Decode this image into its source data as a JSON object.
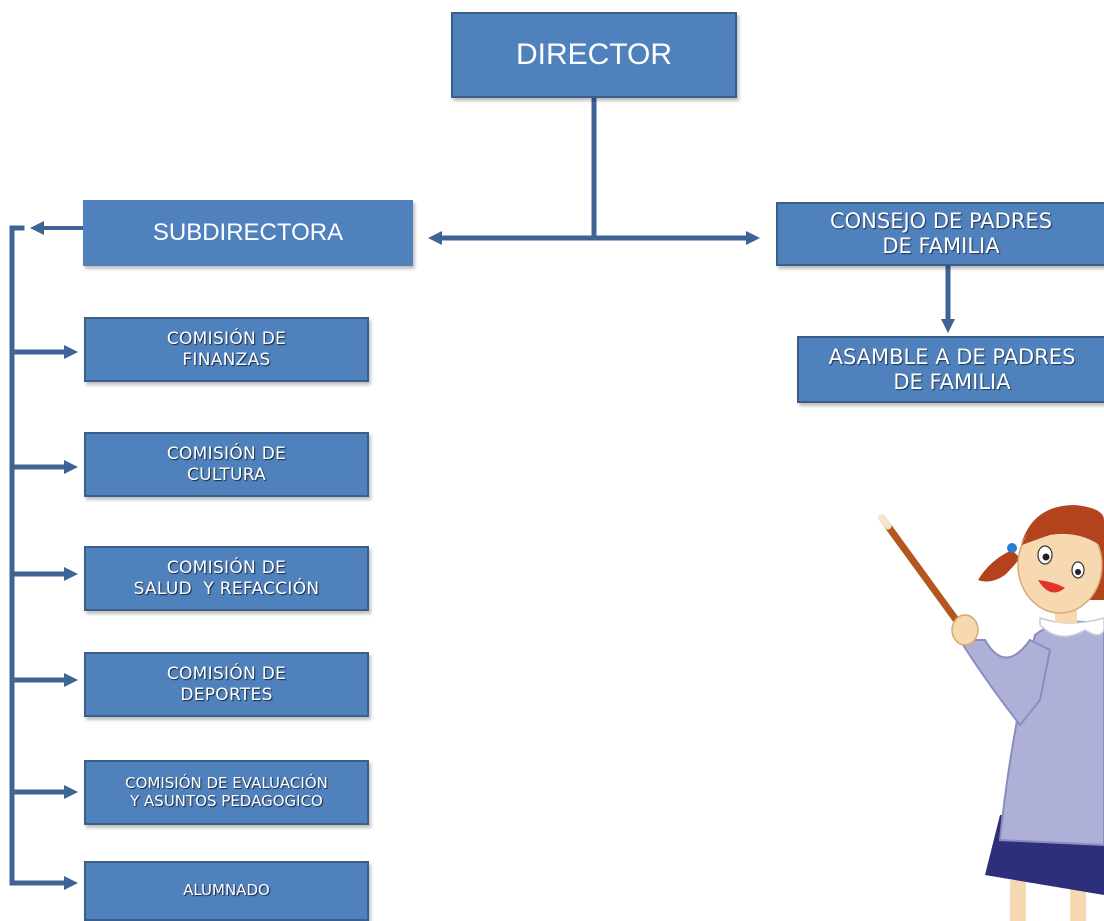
{
  "colors": {
    "box_fill": "#4f81bd",
    "box_border": "#3a5f8a",
    "connector": "#3e6496",
    "text": "#ffffff"
  },
  "nodes": {
    "director": "DIRECTOR",
    "subdirectora": "SUBDIRECTORA",
    "consejo": "CONSEJO DE PADRES DE FAMILIA",
    "asamblea": "ASAMBLE A DE PADRES DE FAMILIA",
    "comision_finanzas": "COMISIÓN DE FINANZAS",
    "comision_cultura": "COMISIÓN DE CULTURA",
    "comision_salud": "COMISIÓN DE SALUD Y REFACCIÓN",
    "comision_deportes": "COMISIÓN DE DEPORTES",
    "comision_evaluacion": "COMISIÓN DE EVALUACIÓN Y ASUNTOS PEDAGOGICO",
    "alumnado": "ALUMNADO"
  },
  "lines": {
    "director": [
      "DIRECTOR"
    ],
    "subdirectora": [
      "SUBDIRECTORA"
    ],
    "consejo": [
      "CONSEJO DE PADRES",
      "DE FAMILIA"
    ],
    "asamblea": [
      "ASAMBLE A DE PADRES",
      "DE FAMILIA"
    ],
    "comision_finanzas": [
      "COMISIÓN DE",
      "FINANZAS"
    ],
    "comision_cultura": [
      "COMISIÓN DE",
      "CULTURA"
    ],
    "comision_salud": [
      "COMISIÓN DE",
      "SALUD  Y REFACCIÓN"
    ],
    "comision_deportes": [
      "COMISIÓN DE",
      "DEPORTES"
    ],
    "comision_evaluacion": [
      "COMISIÓN DE EVALUACIÓN",
      "Y ASUNTOS PEDAGOGICO"
    ],
    "alumnado": [
      "ALUMNADO"
    ]
  },
  "illustration": "girl-teacher-with-pointer"
}
